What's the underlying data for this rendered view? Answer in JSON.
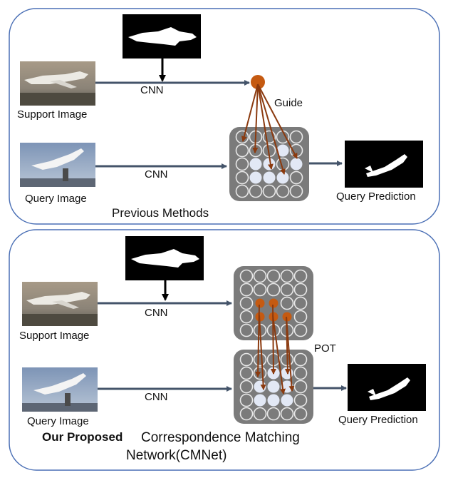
{
  "colors": {
    "frame": "#4a6fb5",
    "arrow": "#44546a",
    "grid_bg": "#7b7b7b",
    "grid_circle": "#e8e8e8",
    "node_orange": "#c55a11",
    "node_light": "#e2e8f5",
    "mask_bg": "#000000",
    "mask_fg": "#ffffff"
  },
  "top_panel": {
    "support_label": "Support Image",
    "query_label": "Query Image",
    "cnn_support": "CNN",
    "cnn_query": "CNN",
    "guide_label": "Guide",
    "prediction_label": "Query Prediction",
    "caption": "Previous Methods"
  },
  "bottom_panel": {
    "support_label": "Support Image",
    "query_label": "Query Image",
    "cnn_support": "CNN",
    "cnn_query": "CNN",
    "pot_label": "POT",
    "prediction_label": "Query Prediction",
    "caption_line1_bold": "Our Proposed",
    "caption_line1_rest": "Correspondence Matching",
    "caption_line2": "Network(CMNet)"
  }
}
